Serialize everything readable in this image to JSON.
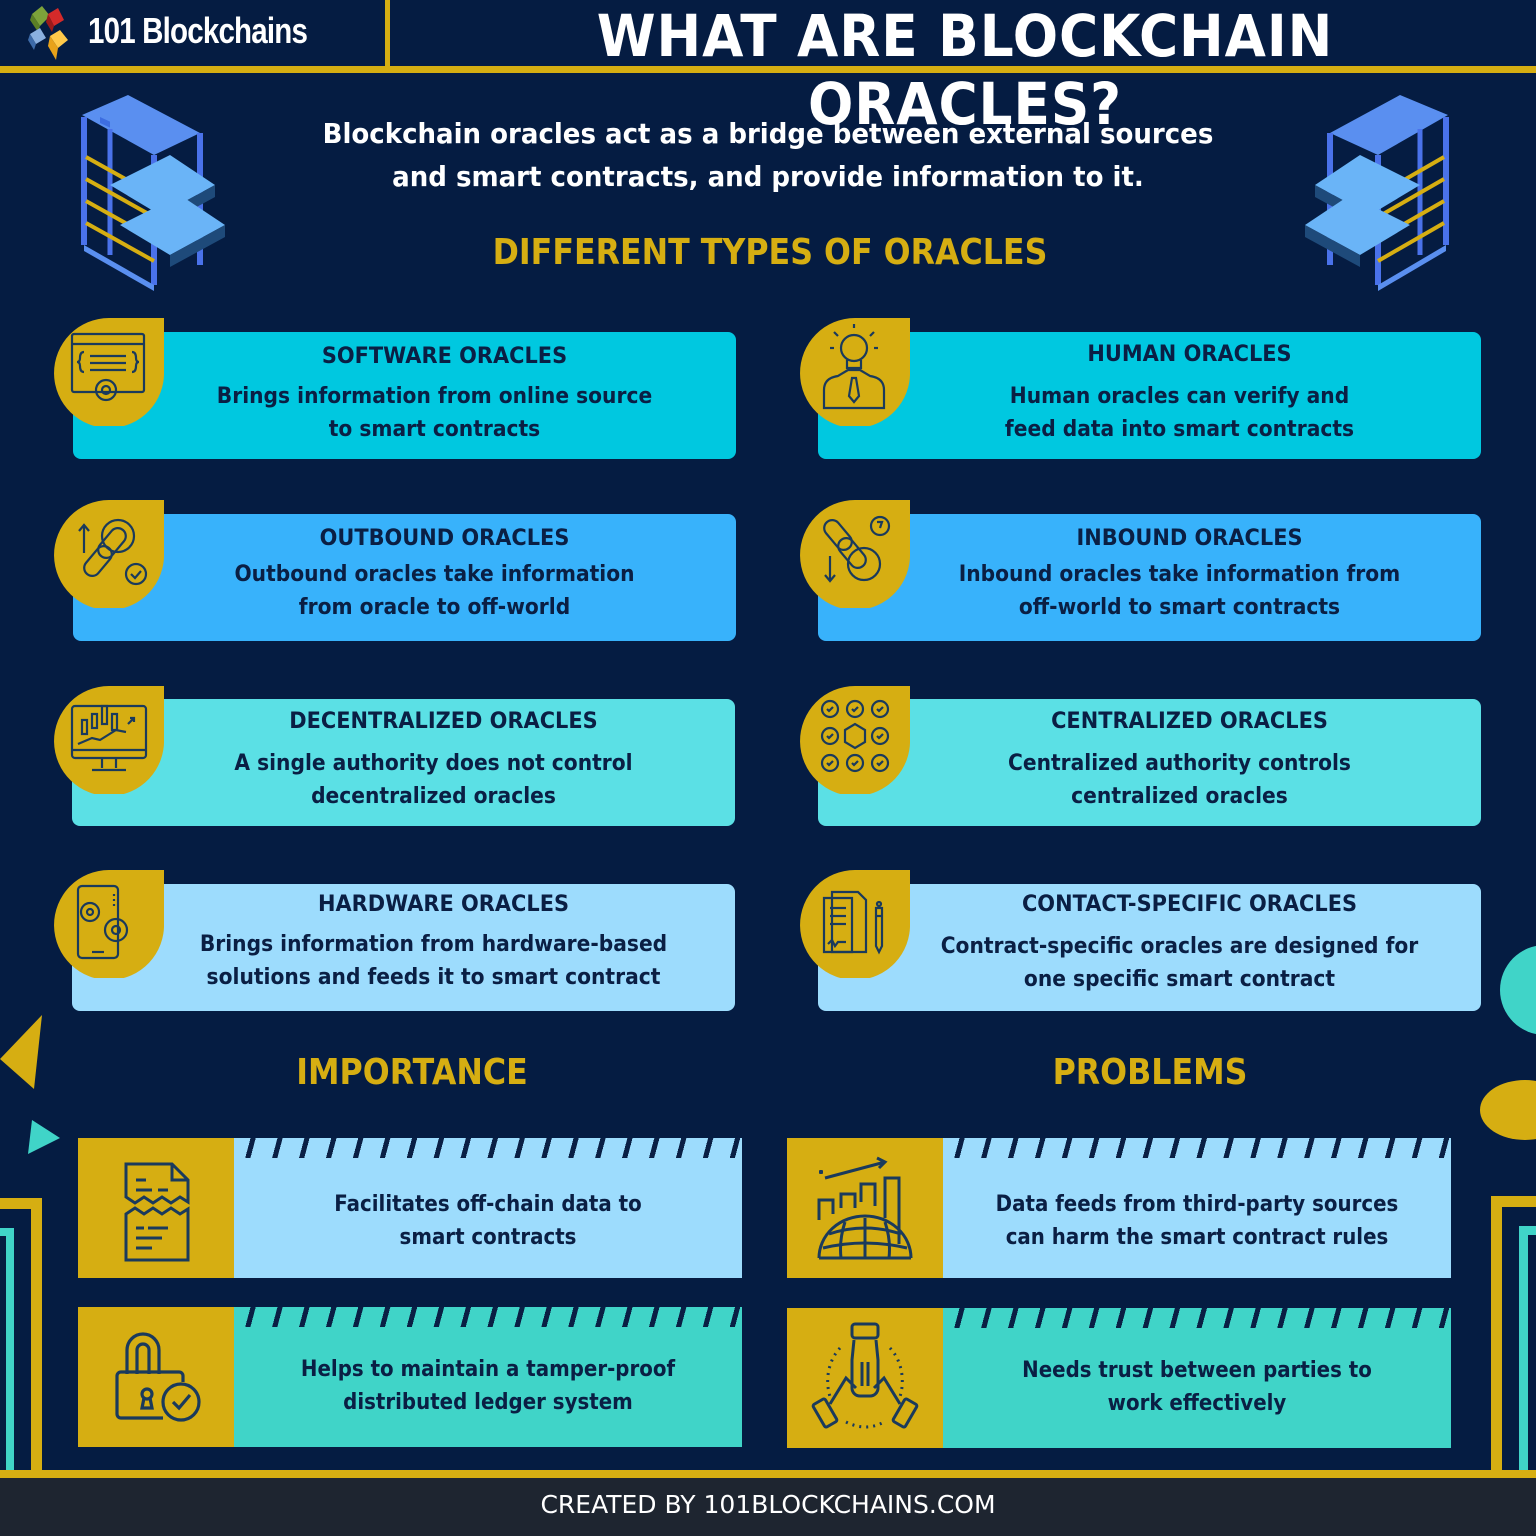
{
  "header": {
    "brand": "101 Blockchains",
    "title": "WHAT ARE BLOCKCHAIN ORACLES?"
  },
  "intro": {
    "line1": "Blockchain oracles act as a bridge between external sources",
    "line2": "and smart contracts, and provide information to it."
  },
  "types_section": {
    "title": "DIFFERENT TYPES OF ORACLES",
    "cards": [
      {
        "title": "SOFTWARE ORACLES",
        "line1": "Brings information from online source",
        "line2": "to smart contracts",
        "icon": "software-code-gear-icon",
        "color": "#00c8e0"
      },
      {
        "title": "HUMAN ORACLES",
        "line1": "Human oracles can verify and",
        "line2": "feed data into smart contracts",
        "icon": "human-lightbulb-icon",
        "color": "#00c8e0"
      },
      {
        "title": "OUTBOUND ORACLES",
        "line1": "Outbound oracles take information",
        "line2": "from oracle to off-world",
        "icon": "chain-link-up-arrow-icon",
        "color": "#38b2fb"
      },
      {
        "title": "INBOUND ORACLES",
        "line1": "Inbound oracles take information from",
        "line2": "off-world to smart contracts",
        "icon": "chain-link-down-arrow-icon",
        "color": "#38b2fb"
      },
      {
        "title": "DECENTRALIZED ORACLES",
        "line1": "A single authority does not control",
        "line2": "decentralized oracles",
        "icon": "monitor-candlestick-chart-icon",
        "color": "#5be0e5"
      },
      {
        "title": "CENTRALIZED ORACLES",
        "line1": "Centralized authority controls",
        "line2": "centralized oracles",
        "icon": "network-checkmarks-icon",
        "color": "#5be0e5"
      },
      {
        "title": "HARDWARE ORACLES",
        "line1": "Brings information from hardware-based",
        "line2": "solutions and feeds it to smart contract",
        "icon": "phone-gears-icon",
        "color": "#9ddcfd"
      },
      {
        "title": "CONTACT-SPECIFIC ORACLES",
        "line1": "Contract-specific oracles are designed for",
        "line2": "one specific smart contract",
        "icon": "document-pen-icon",
        "color": "#9ddcfd"
      }
    ]
  },
  "importance": {
    "title": "IMPORTANCE",
    "items": [
      {
        "line1": "Facilitates off-chain data to",
        "line2": "smart contracts",
        "icon": "torn-document-icon",
        "color": "#9ddcfd"
      },
      {
        "line1": "Helps to maintain a tamper-proof",
        "line2": "distributed ledger system",
        "icon": "padlock-check-icon",
        "color": "#40d4c8"
      }
    ]
  },
  "problems": {
    "title": "PROBLEMS",
    "items": [
      {
        "line1": "Data feeds from third-party sources",
        "line2": "can harm the smart contract rules",
        "icon": "globe-bar-chart-icon",
        "color": "#9ddcfd"
      },
      {
        "line1": "Needs trust between parties to",
        "line2": "work effectively",
        "icon": "stacked-hands-icon",
        "color": "#40d4c8"
      }
    ]
  },
  "footer": {
    "text": "CREATED BY 101BLOCKCHAINS.COM"
  },
  "colors": {
    "background": "#051c42",
    "gold": "#d6ae12",
    "navy_text": "#0a1f44",
    "cyan": "#00c8e0",
    "blue": "#38b2fb",
    "aqua": "#5be0e5",
    "light_blue": "#9ddcfd",
    "teal": "#40d4c8",
    "footer_bg": "#1e2530"
  }
}
